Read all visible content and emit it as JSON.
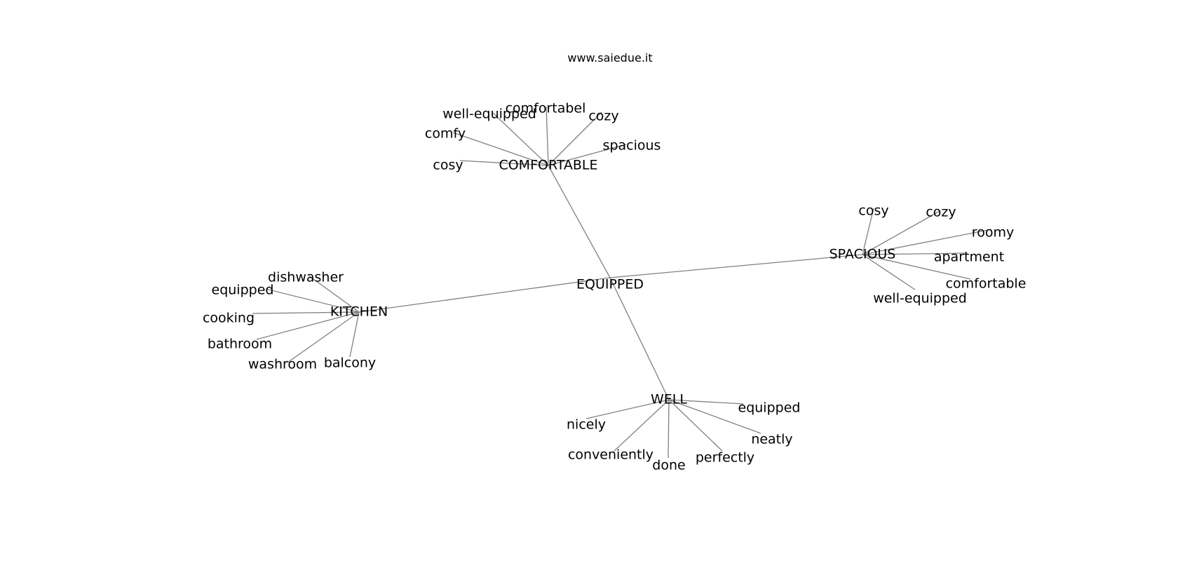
{
  "title": "www.saiedue.it",
  "colors": {
    "edge": "#808080",
    "text": "#000000",
    "background": "#ffffff"
  },
  "root": "EQUIPPED",
  "clusters": [
    {
      "hub": "COMFORTABLE",
      "words": [
        "well-equipped",
        "comfortabel",
        "cozy",
        "comfy",
        "spacious",
        "cosy"
      ]
    },
    {
      "hub": "SPACIOUS",
      "words": [
        "cosy",
        "cozy",
        "roomy",
        "apartment",
        "comfortable",
        "well-equipped"
      ]
    },
    {
      "hub": "KITCHEN",
      "words": [
        "dishwasher",
        "equipped",
        "cooking",
        "bathroom",
        "washroom",
        "balcony"
      ]
    },
    {
      "hub": "WELL",
      "words": [
        "equipped",
        "nicely",
        "neatly",
        "conveniently",
        "done",
        "perfectly"
      ]
    }
  ]
}
